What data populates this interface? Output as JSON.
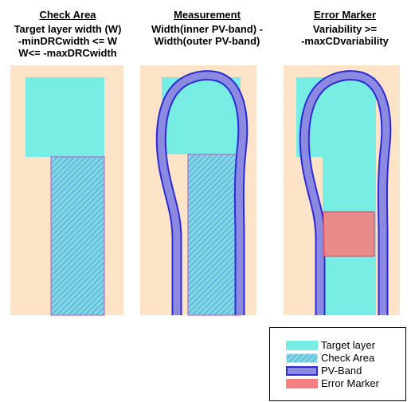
{
  "panels": [
    {
      "title": "Check Area",
      "lines": [
        "Target layer width (W)",
        "-minDRCwidth <= W",
        "W<= -maxDRCwidth"
      ]
    },
    {
      "title": "Measurement",
      "lines": [
        "Width(inner PV-band) -",
        "Width(outer PV-band)"
      ]
    },
    {
      "title": "Error Marker",
      "lines": [
        "Variability >=",
        "-maxCDvariability"
      ]
    }
  ],
  "legend": {
    "items": [
      {
        "label": "Target layer",
        "name": "target-layer"
      },
      {
        "label": "Check Area",
        "name": "check-area"
      },
      {
        "label": "PV-Band",
        "name": "pv-band"
      },
      {
        "label": "Error Marker",
        "name": "error-marker"
      }
    ]
  },
  "colors": {
    "background": "#fde3c8",
    "target": "#78ede4",
    "check_area": "#7cd8e4",
    "check_hatch": "#5a8fd0",
    "check_border": "#c050c0",
    "pv_band": "#8c8ae0",
    "pv_band_edge": "#2a2ad8",
    "error_marker": "#f58080",
    "error_border": "#d04060"
  }
}
